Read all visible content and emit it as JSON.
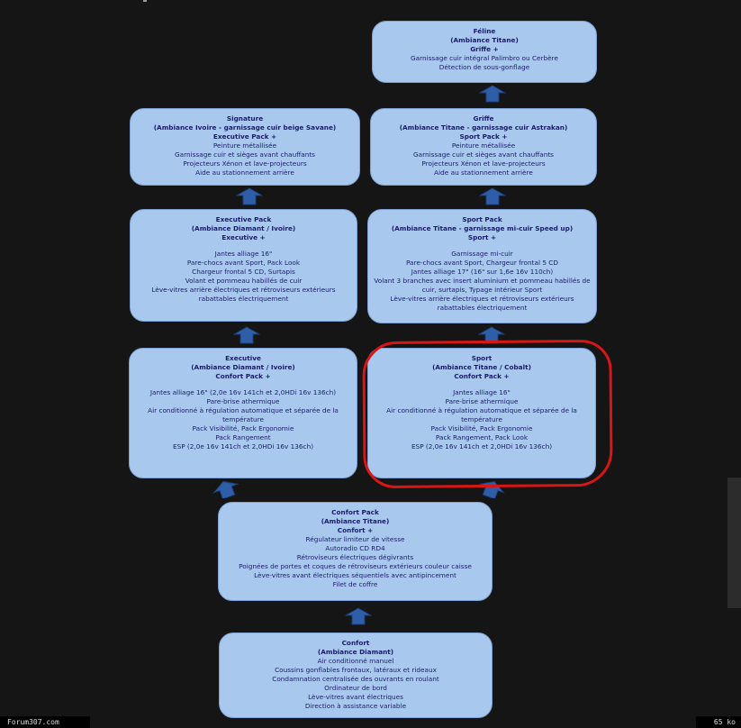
{
  "boxes": {
    "feline": {
      "title": "Féline",
      "subtitle": "(Ambiance Titane)",
      "base": "Griffe +",
      "items": [
        "Garnissage cuir intégral Palimbro ou Cerbère",
        "Détection de sous-gonflage"
      ]
    },
    "signature": {
      "title": "Signature",
      "subtitle": "(Ambiance Ivoire - garnissage cuir beige Savane)",
      "base": "Executive Pack +",
      "items": [
        "Peinture métallisée",
        "Garnissage cuir et sièges avant chauffants",
        "Projecteurs Xénon et lave-projecteurs",
        "Aide au stationnement arrière"
      ]
    },
    "griffe": {
      "title": "Griffe",
      "subtitle": "(Ambiance Titane - garnissage cuir Astrakan)",
      "base": "Sport Pack +",
      "items": [
        "Peinture métallisée",
        "Garnissage cuir et sièges avant chauffants",
        "Projecteurs Xénon et lave-projecteurs",
        "Aide au stationnement arrière"
      ]
    },
    "executive_pack": {
      "title": "Executive Pack",
      "subtitle": "(Ambiance Diamant / Ivoire)",
      "base": "Executive +",
      "items": [
        "Jantes alliage 16\"",
        "Pare-chocs avant Sport,  Pack Look",
        "Chargeur frontal 5 CD, Surtapis",
        "Volant et pommeau habillés de cuir",
        "Lève-vitres arrière électriques et rétroviseurs extérieurs",
        "rabattables électriquement"
      ]
    },
    "sport_pack": {
      "title": "Sport Pack",
      "subtitle": "(Ambiance Titane - garnissage mi-cuir Speed up)",
      "base": "Sport +",
      "items": [
        "Garnissage mi-cuir",
        "Pare-chocs avant Sport, Chargeur frontal 5 CD",
        "Jantes alliage 17\" (16\" sur 1,6e 16v 110ch)",
        "Volant 3 branches avec insert aluminium et pommeau habillés de",
        "cuir, surtapis, Typage intérieur Sport",
        "Lève-vitres arrière électriques et rétroviseurs extérieurs",
        "rabattables électriquement"
      ]
    },
    "executive": {
      "title": "Executive",
      "subtitle": "(Ambiance Diamant / Ivoire)",
      "base": "Confort Pack +",
      "items": [
        "Jantes alliage 16\" (2,0e 16v 141ch et 2,0HDi 16v 136ch)",
        "Pare-brise athermique",
        "Air conditionné à régulation automatique et séparée de la",
        "température",
        "Pack Visibilité, Pack Ergonomie",
        "Pack Rangement",
        "ESP (2,0e 16v 141ch et 2,0HDi 16v 136ch)"
      ]
    },
    "sport": {
      "title": "Sport",
      "subtitle": "(Ambiance Titane / Cobalt)",
      "base": "Confort Pack +",
      "items": [
        "Jantes alliage 16\"",
        "Pare-brise athermique",
        "Air conditionné à régulation automatique et séparée de la",
        "température",
        "Pack Visibilité, Pack Ergonomie",
        "Pack Rangement, Pack Look",
        "ESP (2,0e 16v 141ch et 2,0HDi 16v 136ch)"
      ]
    },
    "confort_pack": {
      "title": "Confort Pack",
      "subtitle": "(Ambiance Titane)",
      "base": "Confort +",
      "items": [
        "Régulateur limiteur de vitesse",
        "Autoradio CD RD4",
        "Rétroviseurs électriques dégivrants",
        "Poignées de portes et coques de rétroviseurs extérieurs couleur caisse",
        "Lève-vitres avant électriques séquentiels avec antipincement",
        "Filet de coffre"
      ]
    },
    "confort": {
      "title": "Confort",
      "subtitle": "(Ambiance Diamant)",
      "base": "",
      "items": [
        "Air conditionné manuel",
        "Coussins gonflables frontaux, latéraux et rideaux",
        "Condamnation centralisée des ouvrants en roulant",
        "Ordinateur de bord",
        "Lève-vitres avant électriques",
        "Direction à assistance variable"
      ]
    }
  },
  "footer": {
    "site": "Forum307.com",
    "size": "65 ko"
  },
  "colors": {
    "box_fill": "#a9c8ee",
    "text": "#1b1b6b",
    "arrow": "#2f5ea8",
    "highlight": "#d81616",
    "background": "#151515"
  }
}
